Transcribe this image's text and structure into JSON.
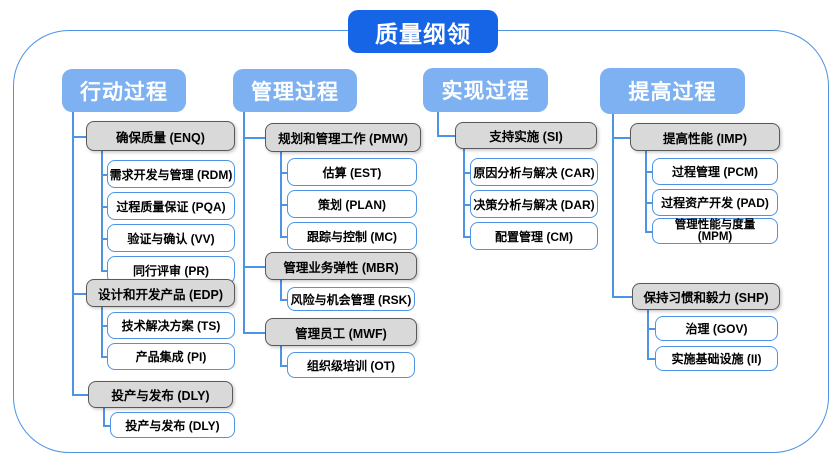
{
  "title": "质量纲领",
  "colors": {
    "title_bg": "#1565e6",
    "header_bg": "#7eb1f1",
    "group_bg": "#d9d9d9",
    "group_border": "#595959",
    "item_border": "#4e94e4",
    "connector_line": "#4e94e4",
    "text_light": "#ffffff",
    "text_dark": "#000000"
  },
  "columns": [
    {
      "header": "行动过程",
      "groups": [
        {
          "label": "确保质量 (ENQ)",
          "children": [
            "需求开发与管理 (RDM)",
            "过程质量保证 (PQA)",
            "验证与确认 (VV)",
            "同行评审 (PR)"
          ]
        },
        {
          "label": "设计和开发产品 (EDP)",
          "children": [
            "技术解决方案 (TS)",
            "产品集成 (PI)"
          ]
        },
        {
          "label": "投产与发布 (DLY)",
          "children": [
            "投产与发布 (DLY)"
          ]
        }
      ]
    },
    {
      "header": "管理过程",
      "groups": [
        {
          "label": "规划和管理工作 (PMW)",
          "children": [
            "估算 (EST)",
            "策划 (PLAN)",
            "跟踪与控制 (MC)"
          ]
        },
        {
          "label": "管理业务弹性 (MBR)",
          "children": [
            "风险与机会管理 (RSK)"
          ]
        },
        {
          "label": "管理员工 (MWF)",
          "children": [
            "组织级培训 (OT)"
          ]
        }
      ]
    },
    {
      "header": "实现过程",
      "groups": [
        {
          "label": "支持实施 (SI)",
          "children": [
            "原因分析与解决 (CAR)",
            "决策分析与解决 (DAR)",
            "配置管理 (CM)"
          ]
        }
      ]
    },
    {
      "header": "提高过程",
      "groups": [
        {
          "label": "提高性能 (IMP)",
          "children": [
            "过程管理 (PCM)",
            "过程资产开发 (PAD)",
            "管理性能与度量 (MPM)"
          ]
        },
        {
          "label": "保持习惯和毅力 (SHP)",
          "children": [
            "治理 (GOV)",
            "实施基础设施 (II)"
          ]
        }
      ]
    }
  ]
}
